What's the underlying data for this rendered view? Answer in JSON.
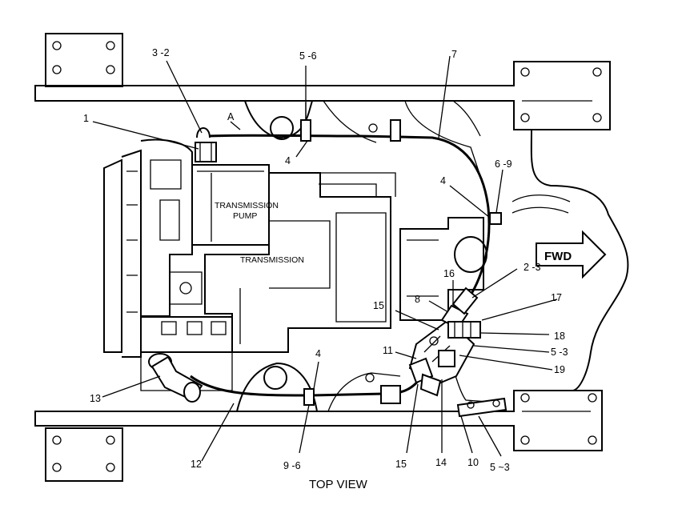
{
  "diagram": {
    "view_title": "TOP VIEW",
    "direction_label": "FWD",
    "components": {
      "trans_pump_1": "TRANSMISSION",
      "trans_pump_2": "PUMP",
      "transmission": "TRANSMISSION"
    },
    "line_label_a": "A",
    "callouts": {
      "c1": "1",
      "c3_2": "3 -2",
      "c5_6": "5 -6",
      "c7": "7",
      "c4_top": "4",
      "c4_right": "4",
      "c6_9": "6 -9",
      "c2_3": "2 -3",
      "c16": "16",
      "c8": "8",
      "c17": "17",
      "c15_top": "15",
      "c18": "18",
      "c5_3_mid": "5 -3",
      "c11": "11",
      "c19": "19",
      "c13": "13",
      "c4_bottom": "4",
      "c12": "12",
      "c9_6": "9 -6",
      "c15_bottom": "15",
      "c14": "14",
      "c10": "10",
      "c5_3_bottom": "5 ~3"
    }
  }
}
